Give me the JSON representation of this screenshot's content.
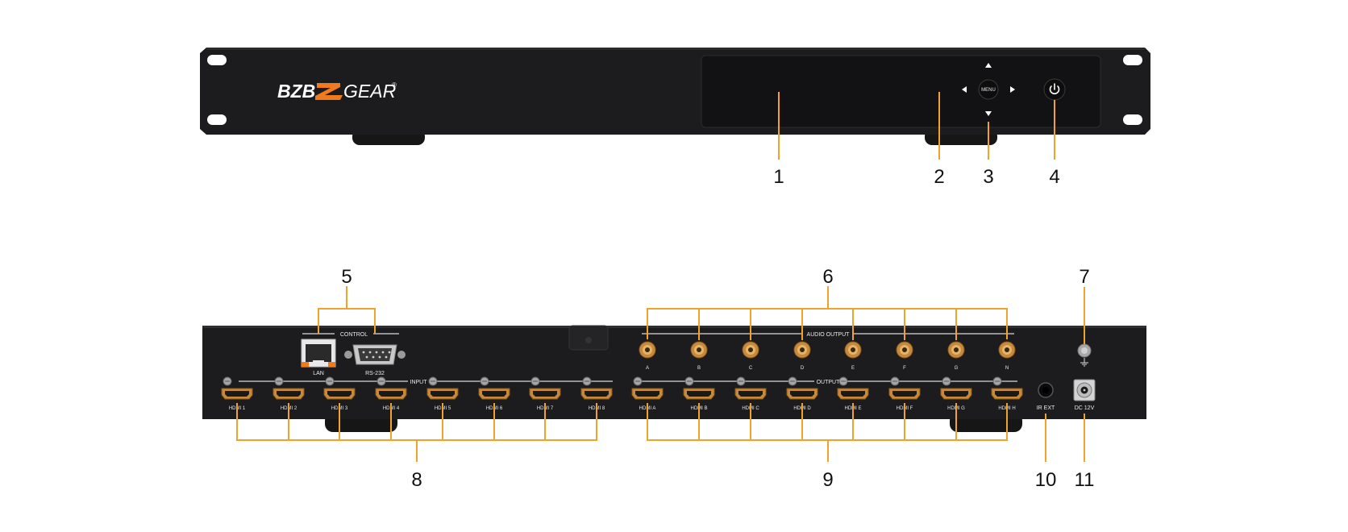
{
  "brand": {
    "left": "BZB",
    "right": "GEAR"
  },
  "front": {
    "menu_label": "MENU",
    "callouts": [
      "1",
      "2",
      "3",
      "4"
    ]
  },
  "rear": {
    "control_label": "CONTROL",
    "lan_label": "LAN",
    "rs232_label": "RS-232",
    "audio_output_label": "AUDIO OUTPUT",
    "audio_labels": [
      "A",
      "B",
      "C",
      "D",
      "E",
      "F",
      "G",
      "N"
    ],
    "input_label": "INPUT",
    "output_label": "OUTPUT",
    "hdmi_inputs": [
      "HDMI 1",
      "HDMI 2",
      "HDMI 3",
      "HDMI 4",
      "HDMI 5",
      "HDMI 6",
      "HDMI 7",
      "HDMI 8"
    ],
    "hdmi_outputs": [
      "HDMI A",
      "HDMI B",
      "HDMI C",
      "HDMI D",
      "HDMI E",
      "HDMI F",
      "HDMI G",
      "HDMI H"
    ],
    "ir_label": "IR EXT",
    "dc_label": "DC 12V",
    "callouts": [
      "5",
      "6",
      "7",
      "8",
      "9",
      "10",
      "11"
    ]
  },
  "colors": {
    "leader": "#f0a22a",
    "chassis": "#1c1c1e",
    "brand_accent": "#f07a1e"
  }
}
